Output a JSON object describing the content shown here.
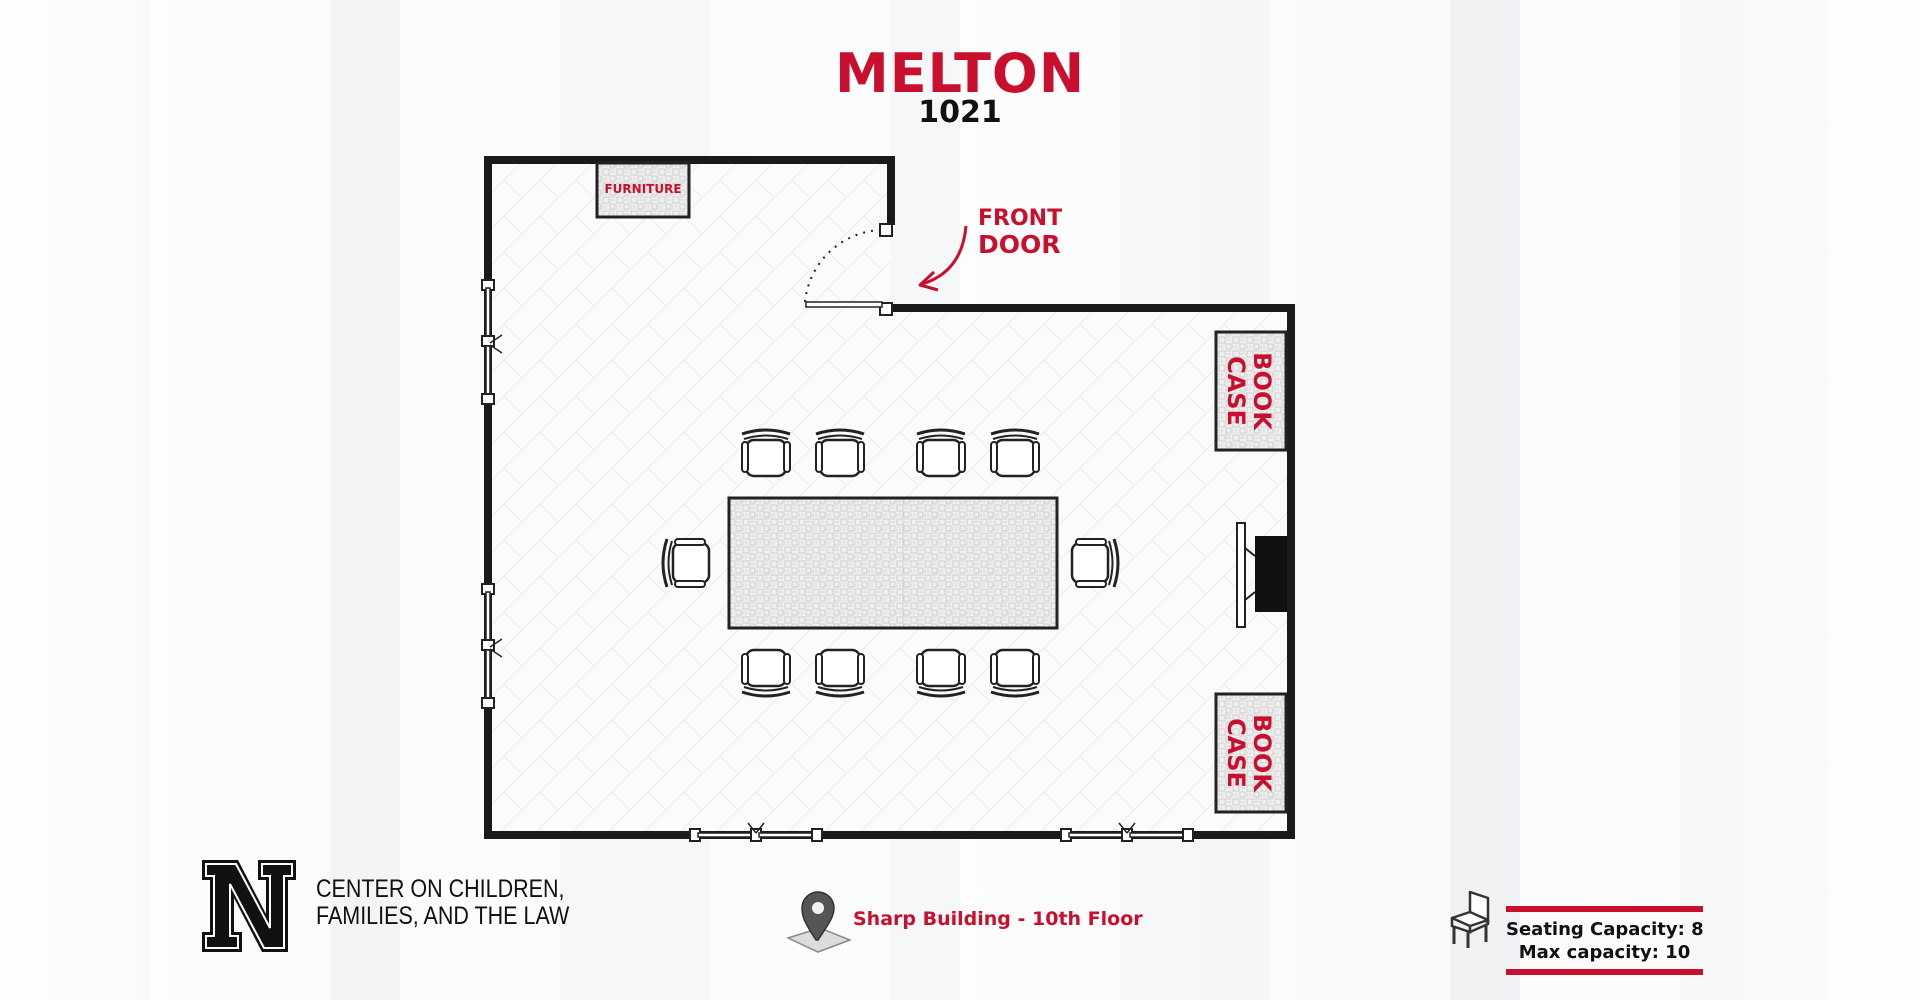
{
  "header": {
    "room_name": "MELTON",
    "room_number": "1021"
  },
  "labels": {
    "furniture": "FURNITURE",
    "front_door_line1": "FRONT",
    "front_door_line2": "DOOR",
    "bookcase_top_line1": "BOOK",
    "bookcase_top_line2": "CASE",
    "bookcase_bottom_line1": "BOOK",
    "bookcase_bottom_line2": "CASE"
  },
  "footer": {
    "logo_letter": "N",
    "org_line1": "CENTER ON CHILDREN,",
    "org_line2": "FAMILIES, AND THE LAW",
    "location": "Sharp Building - 10th Floor",
    "seating_capacity": "Seating Capacity: 8",
    "max_capacity": "Max capacity: 10"
  },
  "colors": {
    "accent": "#c8102e",
    "wall": "#1a1a1a",
    "floor": "#f9f9f9"
  },
  "icons": [
    "location-pin-icon",
    "chair-icon",
    "nebraska-n-logo"
  ]
}
